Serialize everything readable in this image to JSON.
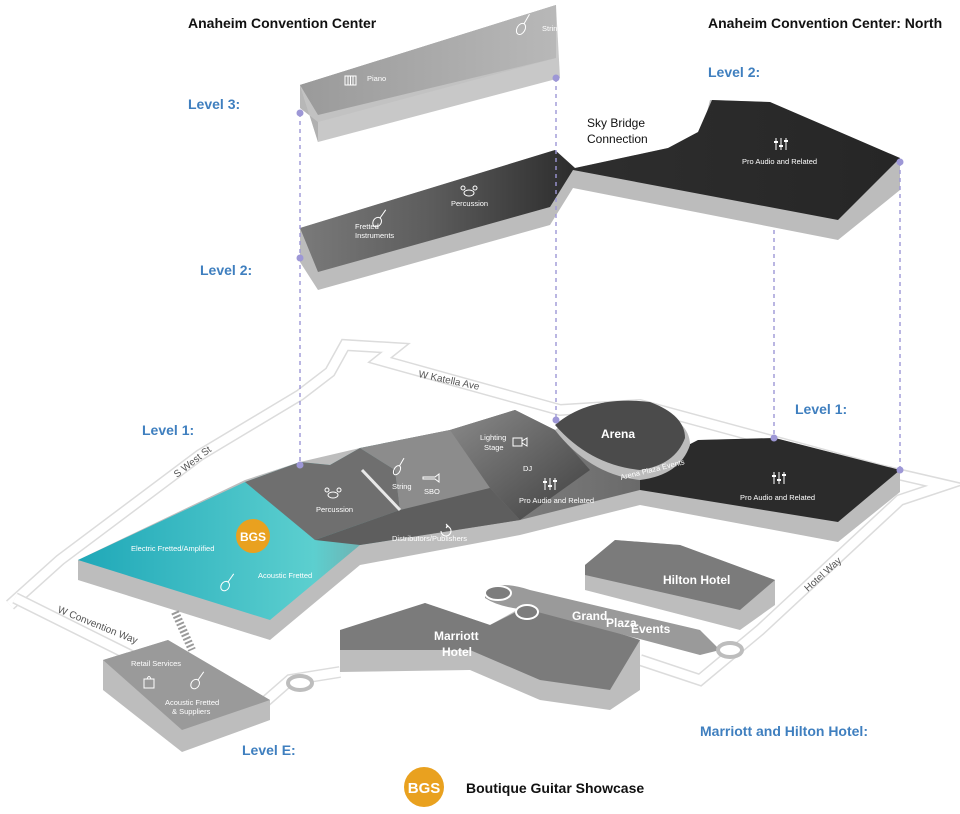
{
  "titles": {
    "left": "Anaheim Convention Center",
    "right": "Anaheim Convention Center: North"
  },
  "level_labels": {
    "level3": "Level 3:",
    "level2_left": "Level 2:",
    "level2_north": "Level 2:",
    "level1_left": "Level 1:",
    "level1_north": "Level 1:",
    "level_e": "Level E:",
    "hotels": "Marriott and Hilton Hotel:"
  },
  "sky_bridge": {
    "line1": "Sky Bridge",
    "line2": "Connection"
  },
  "level3_zones": {
    "piano": "Piano",
    "strings": "Strings"
  },
  "level2_zones": {
    "fretted_line1": "Fretted",
    "fretted_line2": "Instruments",
    "percussion": "Percussion",
    "pro_audio": "Pro Audio and Related"
  },
  "level1_zones": {
    "electric": "Electric Fretted/Amplified",
    "acoustic": "Acoustic Fretted",
    "percussion": "Percussion",
    "string": "String",
    "sbo": "SBO",
    "lighting_line1": "Lighting",
    "lighting_line2": "Stage",
    "dj": "DJ",
    "pro_audio": "Pro Audio and Related",
    "distributors": "Distributors/Publishers",
    "arena": "Arena",
    "arena_plaza": "Arena Plaza Events",
    "north_pro_audio": "Pro Audio and Related"
  },
  "level_e_zones": {
    "retail": "Retail Services",
    "acoustic_line1": "Acoustic Fretted",
    "acoustic_line2": "& Suppliers"
  },
  "buildings": {
    "hilton": "Hilton Hotel",
    "marriott_line1": "Marriott",
    "marriott_line2": "Hotel",
    "grand": "Grand",
    "plaza": "Plaza",
    "events": "Events"
  },
  "streets": {
    "katella": "W Katella Ave",
    "west": "S West St",
    "convention": "W Convention Way",
    "hotel": "Hotel Way"
  },
  "badge": "BGS",
  "legend": {
    "badge": "BGS",
    "label": "Boutique Guitar Showcase"
  },
  "colors": {
    "level_label": "#3f7fbf",
    "badge": "#e9a11f",
    "connector": "#9d97d6",
    "floor_dark": "#2b2b2b",
    "floor_teal": "#3ec3c9",
    "wall": "#bdbdbd"
  },
  "icons": [
    "piano-icon",
    "violin-icon",
    "guitar-icon",
    "drum-kit-icon",
    "mixer-icon",
    "camera-icon",
    "trumpet-icon",
    "refresh-icon",
    "shopping-bag-icon"
  ]
}
